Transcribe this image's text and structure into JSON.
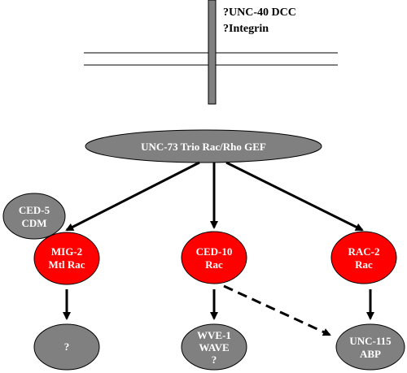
{
  "colors": {
    "gray_node": "#808080",
    "red_node": "#ff0000",
    "line": "#000000"
  },
  "receptor": {
    "line1": "?UNC-40 DCC",
    "line2": "?Integrin"
  },
  "gef": {
    "label": "UNC-73 Trio Rac/Rho GEF"
  },
  "ced5": {
    "line1": "CED-5",
    "line2": "CDM"
  },
  "mig2": {
    "line1": "MIG-2",
    "line2": "Mtl Rac"
  },
  "ced10": {
    "line1": "CED-10",
    "line2": "Rac"
  },
  "rac2": {
    "line1": "RAC-2",
    "line2": "Rac"
  },
  "unknown": {
    "line1": "?"
  },
  "wve1": {
    "line1": "WVE-1",
    "line2": "WAVE",
    "line3": "?"
  },
  "unc115": {
    "line1": "UNC-115",
    "line2": "ABP"
  }
}
